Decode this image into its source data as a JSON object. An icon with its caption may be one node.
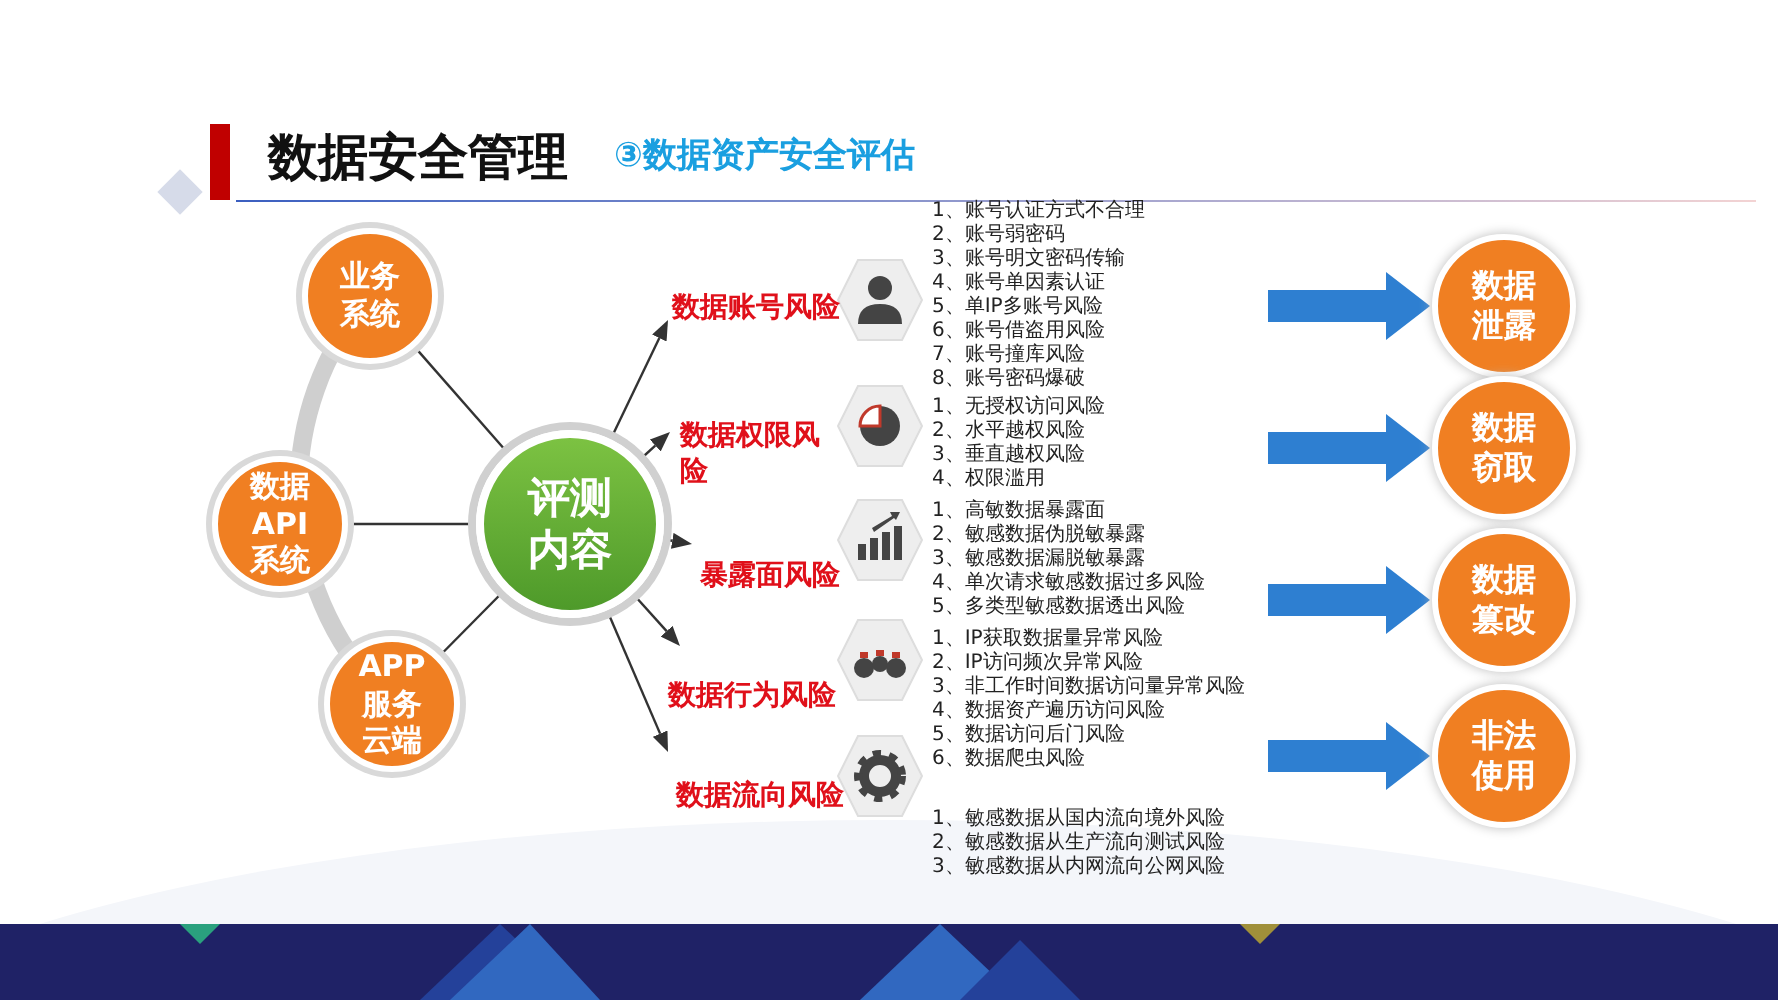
{
  "diagram": {
    "title": "数据安全管理",
    "nodes": [
      {
        "text": [
          "业务系统"
        ]
      },
      {
        "text": [
          "数据API系统"
        ]
      },
      {
        "text": [
          "APP服务云端"
        ]
      },
      {
        "text": [
          "评测内容"
        ]
      },
      {
        "text": [
          "数据账号风险"
        ]
      },
      {
        "text": [
          "数据权限风险"
        ]
      },
      {
        "text": [
          "暴露面风险"
        ]
      },
      {
        "text": [
          "数据行为风险"
        ]
      },
      {
        "text": [
          "数据流向风险"
        ]
      },
      {
        "text": [
          "数据泄露"
        ]
      },
      {
        "text": [
          "数据窃取"
        ]
      },
      {
        "text": [
          "数据篡改"
        ]
      },
      {
        "text": [
          "非法使用"
        ]
      }
    ],
    "edges": [
      {
        "from": 0,
        "to": 3,
        "arrow": "none"
      },
      {
        "from": 1,
        "to": 3,
        "arrow": "none"
      },
      {
        "from": 2,
        "to": 3,
        "arrow": "none"
      },
      {
        "from": 3,
        "to": 4,
        "arrow": "to"
      },
      {
        "from": 3,
        "to": 5,
        "arrow": "to"
      },
      {
        "from": 3,
        "to": 6,
        "arrow": "to"
      },
      {
        "from": 3,
        "to": 7,
        "arrow": "to"
      },
      {
        "from": 3,
        "to": 8,
        "arrow": "to"
      },
      {
        "from": null,
        "to": 9,
        "arrow": "to",
        "style": "thick",
        "color": "#2e7fd1"
      },
      {
        "from": null,
        "to": 10,
        "arrow": "to",
        "style": "thick",
        "color": "#2e7fd1"
      },
      {
        "from": null,
        "to": 11,
        "arrow": "to",
        "style": "thick",
        "color": "#2e7fd1"
      },
      {
        "from": null,
        "to": 12,
        "arrow": "to",
        "style": "thick",
        "color": "#2e7fd1"
      }
    ],
    "labels": [
      "③数据资产安全评估",
      "1、账号认证方式不合理",
      "2、账号弱密码",
      "3、账号明文密码传输",
      "4、账号单因素认证",
      "5、单IP多账号风险",
      "6、账号借盗用风险",
      "7、账号撞库风险",
      "8、账号密码爆破",
      "1、无授权访问风险",
      "2、水平越权风险",
      "3、垂直越权风险",
      "4、权限滥用",
      "1、高敏数据暴露面",
      "2、敏感数据伪脱敏暴露",
      "3、敏感数据漏脱敏暴露",
      "4、单次请求敏感数据过多风险",
      "5、多类型敏感数据透出风险",
      "1、IP获取数据量异常风险",
      "2、IP访问频次异常风险",
      "3、非工作时间数据访问量异常风险",
      "4、数据资产遍历访问风险",
      "5、数据访问后门风险",
      "6、数据爬虫风险",
      "1、敏感数据从国内流向境外风险",
      "2、敏感数据从生产流向测试风险",
      "3、敏感数据从内网流向公网风险"
    ]
  }
}
